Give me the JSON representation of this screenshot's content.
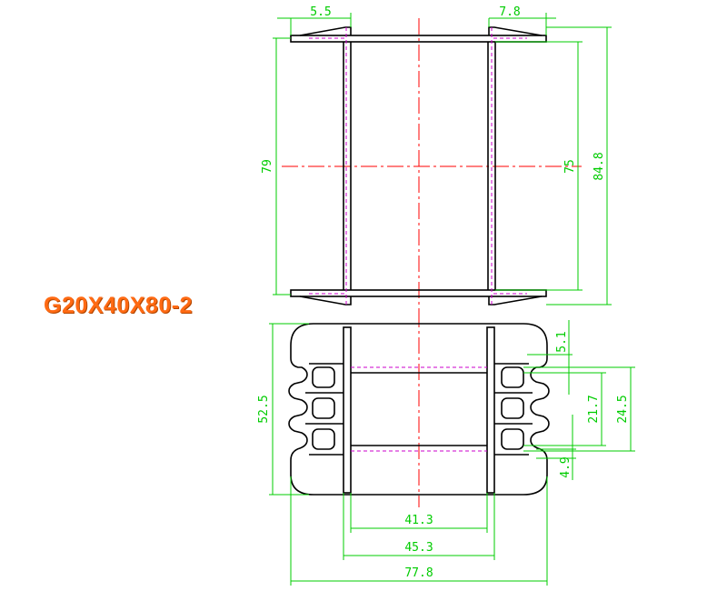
{
  "title": {
    "text": "G20X40X80-2",
    "color": "#ff6a13"
  },
  "colors": {
    "outline": "#000000",
    "dimension": "#00cc00",
    "centerline": "#ff0000",
    "hidden": "#cc00cc"
  },
  "top_view": {
    "dims": {
      "top_left": "5.5",
      "top_right": "7.8",
      "left_height": "79",
      "inner_height": "75",
      "outer_height": "84.8"
    }
  },
  "bottom_view": {
    "dims": {
      "left_height": "52.5",
      "slot_top": "5.1",
      "slot_inner": "21.7",
      "slot_outer": "24.5",
      "slot_bottom": "4.9",
      "width_inner": "41.3",
      "width_middle": "45.3",
      "width_outer": "77.8"
    }
  }
}
